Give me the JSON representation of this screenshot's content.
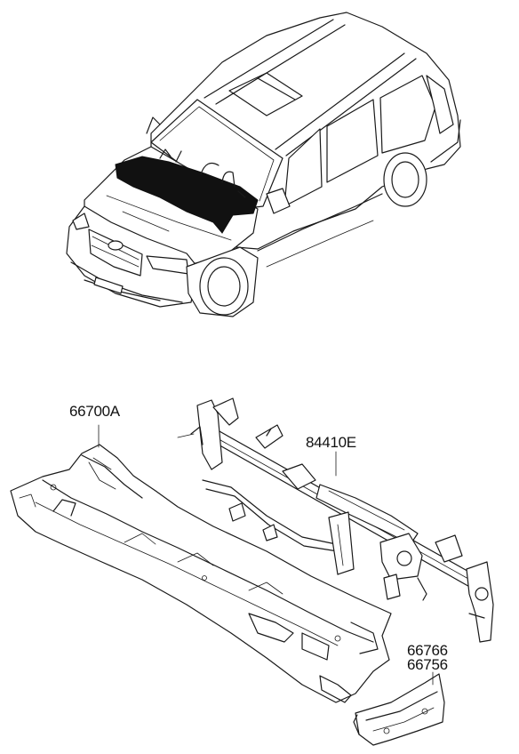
{
  "diagram": {
    "vehicle": {
      "icon": "suv-vehicle-illustration"
    },
    "parts": [
      {
        "part_number": "66700A",
        "icon": "cowl-panel-illustration"
      },
      {
        "part_number": "84410E",
        "icon": "crash-pad-mounting-bar-illustration"
      },
      {
        "part_number": "66766",
        "icon": "bracket-illustration"
      },
      {
        "part_number": "66756"
      }
    ]
  }
}
